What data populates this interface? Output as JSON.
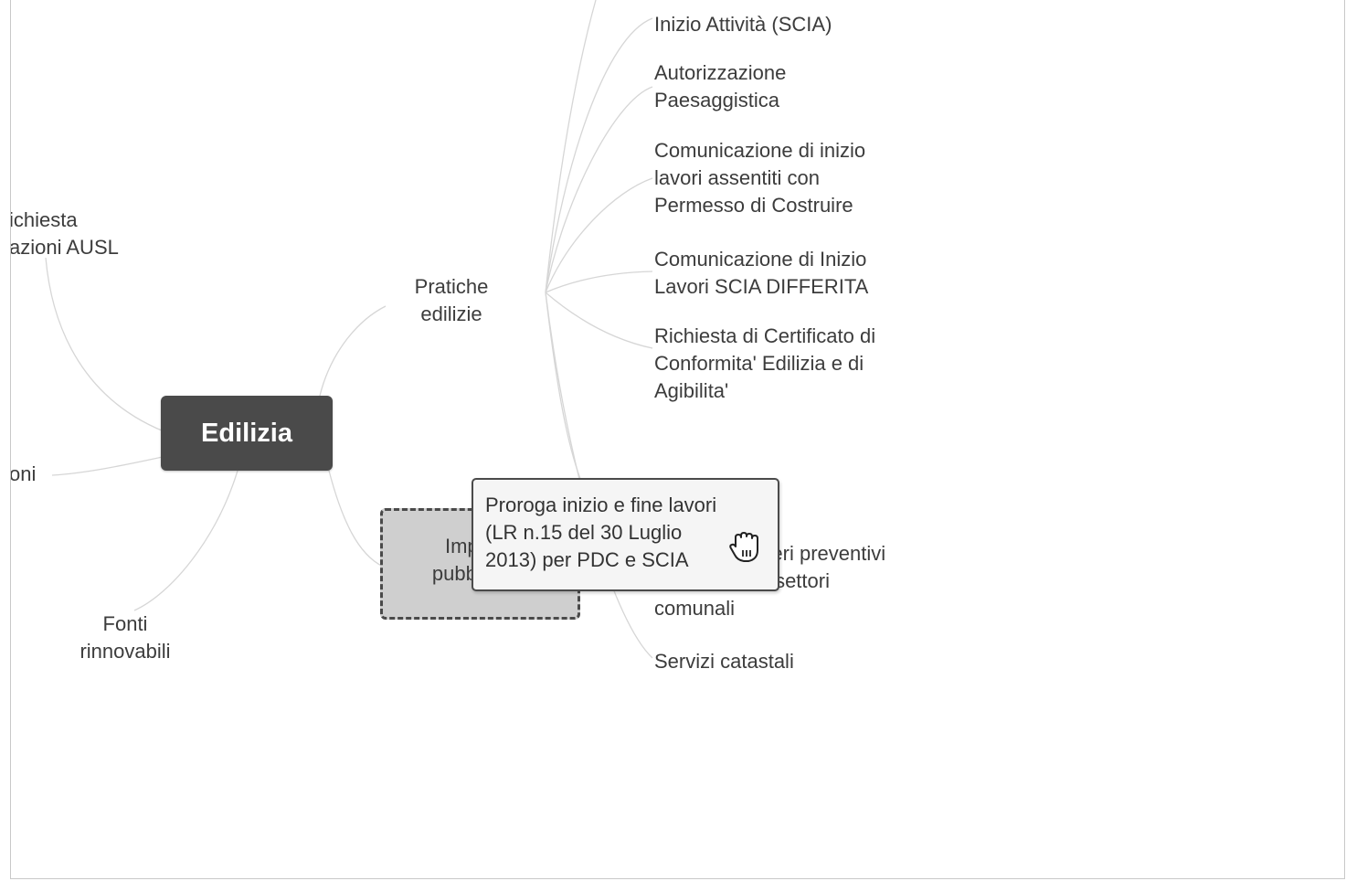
{
  "root": {
    "label": "Edilizia"
  },
  "left_nodes": {
    "ausl": {
      "lines": [
        "ichiesta",
        "azioni AUSL"
      ]
    },
    "oni": {
      "label": "oni"
    },
    "fonti": {
      "lines": [
        "Fonti",
        "rinnovabili"
      ]
    }
  },
  "branches": {
    "pratiche": {
      "lines": [
        "Pratiche",
        "edilizie"
      ]
    },
    "impianti_ghost": {
      "lines": [
        "Impianti",
        "pubblicitari"
      ]
    }
  },
  "pratiche_children": [
    {
      "lines": [
        "Inizio Attività (SCIA)"
      ]
    },
    {
      "lines": [
        "Autorizzazione",
        "Paesaggistica"
      ]
    },
    {
      "lines": [
        "Comunicazione di inizio",
        "lavori assentiti con",
        "Permesso di Costruire"
      ]
    },
    {
      "lines": [
        "Comunicazione di Inizio",
        "Lavori SCIA DIFFERITA"
      ]
    },
    {
      "lines": [
        "Richiesta di Certificato di",
        "Conformita' Edilizia e di",
        "Agibilita'"
      ]
    },
    {
      "lines": [
        "Richiesta pareri preventivi",
        "enti esterni o settori",
        "comunali"
      ]
    },
    {
      "lines": [
        "Servizi catastali"
      ]
    }
  ],
  "tooltip": {
    "lines": [
      "Proroga inizio e fine lavori",
      "(LR n.15 del 30 Luglio",
      "2013) per PDC e SCIA"
    ]
  },
  "icons": {
    "cursor": "grab-hand-cursor-icon"
  },
  "colors": {
    "root_bg": "#4a4a4a",
    "link": "#d6d6d6",
    "text": "#3c3c3c",
    "tooltip_bg": "#f5f5f5",
    "ghost_bg": "#cfcfcf"
  }
}
